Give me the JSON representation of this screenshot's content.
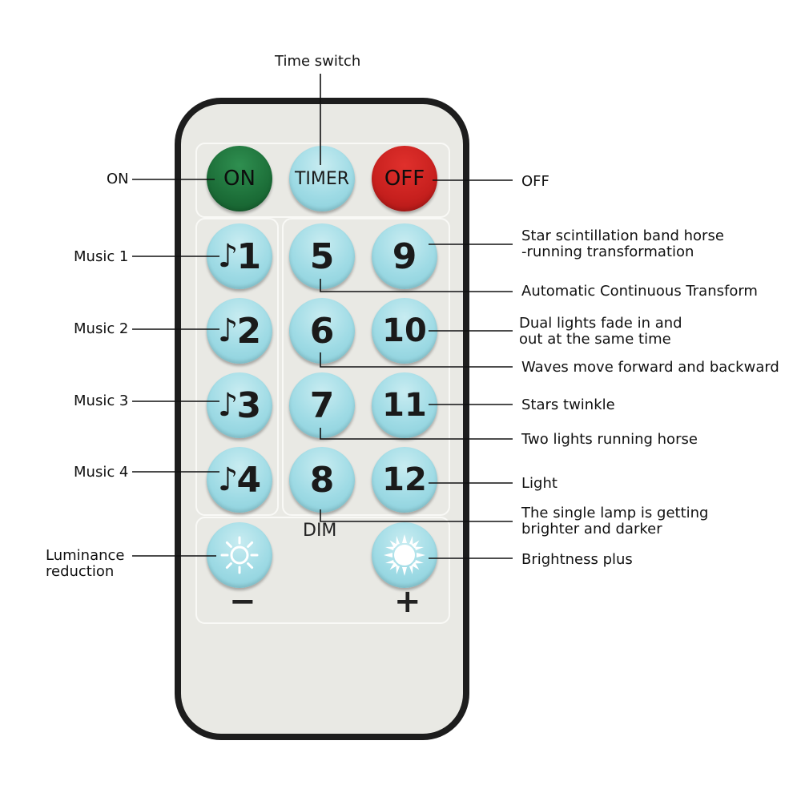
{
  "remote": {
    "top_buttons": [
      {
        "text": "ON",
        "color": "#1c6e38"
      },
      {
        "text": "TIMER",
        "color": "#9fdbe5"
      },
      {
        "text": "OFF",
        "color": "#c7201e"
      }
    ],
    "music_buttons": [
      "1",
      "2",
      "3",
      "4"
    ],
    "mode_buttons": [
      "5",
      "6",
      "7",
      "8",
      "9",
      "10",
      "11",
      "12"
    ],
    "dim_label": "DIM",
    "minus_label": "−",
    "plus_label": "+",
    "button_color": "#9fdbe5",
    "icons": {
      "music": "music-note-icon",
      "sun_small": "sun-icon",
      "sun_large": "sun-filled-icon"
    }
  },
  "callouts": {
    "time_switch": "Time switch",
    "on": "ON",
    "off": "OFF",
    "music_1": "Music 1",
    "music_2": "Music 2",
    "music_3": "Music 3",
    "music_4": "Music 4",
    "luminance": [
      "Luminance",
      "reduction"
    ],
    "star_band": [
      "Star scintillation band horse",
      "-running transformation"
    ],
    "auto": "Automatic Continuous Transform",
    "dual": [
      "Dual lights fade in and",
      "out at the same time"
    ],
    "waves": "Waves move forward and backward",
    "stars": "Stars twinkle",
    "two_lights": "Two lights running horse",
    "light": "Light",
    "single_lamp": [
      "The single lamp is getting",
      "brighter and darker"
    ],
    "brightness_plus": "Brightness plus"
  }
}
